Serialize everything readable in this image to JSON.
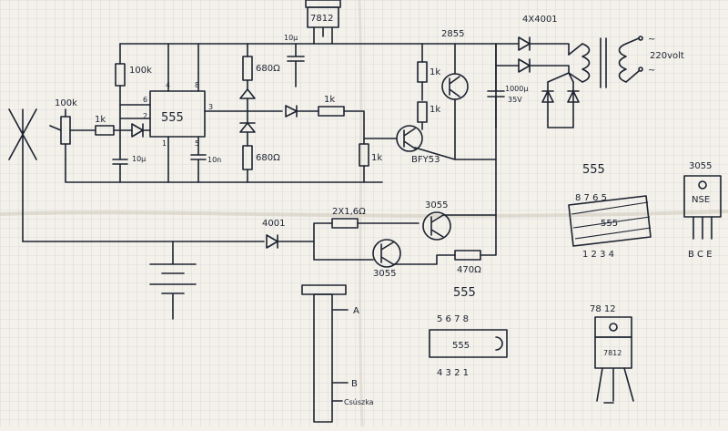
{
  "diagram": {
    "labels": {
      "reg_top": "7812",
      "cap_10u": "10µ",
      "transistor_top": "2855",
      "diodes_4x": "4X4001",
      "ac_tilde1": "~",
      "ac_tilde2": "~",
      "ac_volt": "220volt",
      "r_100k_top": "100k",
      "pot_100k": "100k",
      "r_1k_left": "1k",
      "ic_555": "555",
      "pin4": "4",
      "pin8": "8",
      "pin6": "6",
      "pin2": "2",
      "pin3": "3",
      "pin1": "1",
      "pin5": "5",
      "cap_10u_left": "10µ",
      "cap_10n": "10n",
      "r_680_top": "680Ω",
      "r_680_bot": "680Ω",
      "r_1k_mid": "1k",
      "r_1k_vert": "1k",
      "r_1k_mid2": "1k",
      "r_1k_bot": "1k",
      "bfy": "BFY53",
      "cap_1000u": "1000µ",
      "cap_35v": "35V",
      "diode_4001": "4001",
      "r_2x16": "2X1,6Ω",
      "t3055_a": "3055",
      "t3055_b": "3055",
      "r_470": "470Ω",
      "pin_a": "A",
      "pin_b": "B",
      "csuszka": "Csúszka",
      "pinout_555_a": "555",
      "pinout_3055": "3055",
      "nse": "NSE",
      "bce": "B C E",
      "pinout_555_b": "555",
      "dip_top_pins": "5 6 7 8",
      "dip_label": "555",
      "dip_bot_pins": "4 3 2 1",
      "pinout_7812": "78 12",
      "reg_body": "7812",
      "stack_top_pins": "8 7 6 5",
      "stack_label": "555",
      "stack_bot_pins": "1 2 3 4"
    }
  }
}
